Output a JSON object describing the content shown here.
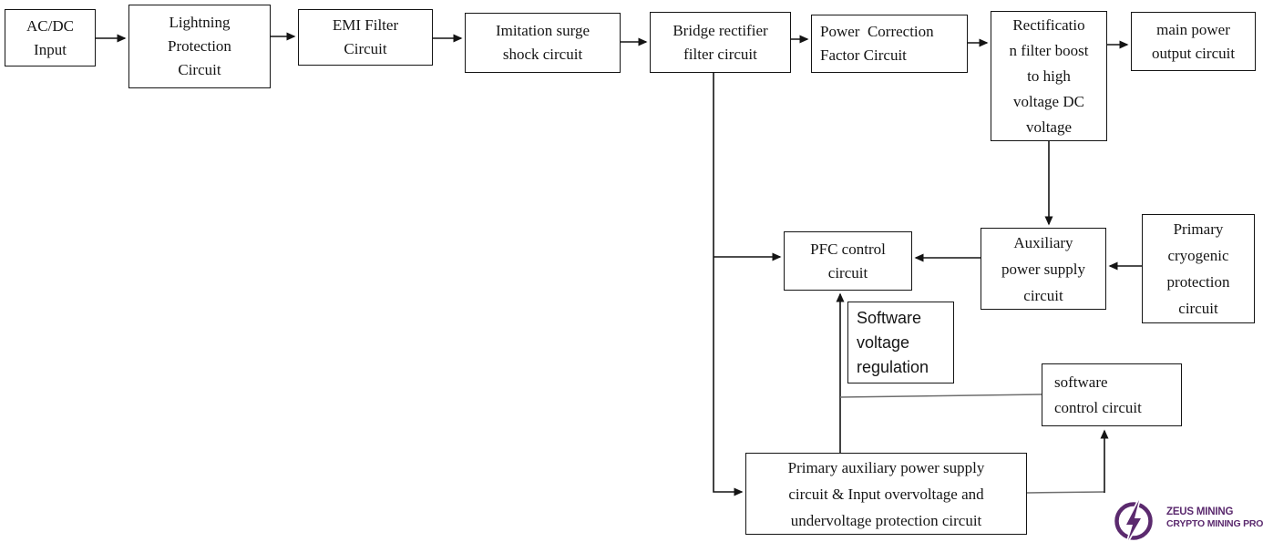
{
  "diagram": {
    "line_color": "#1a1a1a",
    "secondary_line_color": "#6e6e6e",
    "nodes": {
      "acdc": {
        "label": "AC/DC\nInput"
      },
      "lightning": {
        "label": "Lightning\nProtection\nCircuit"
      },
      "emi": {
        "label": "EMI Filter\nCircuit"
      },
      "surge": {
        "label": "Imitation surge\nshock circuit"
      },
      "bridge": {
        "label": "Bridge rectifier\nfilter circuit"
      },
      "pfc": {
        "label": "Power  Correction\nFactor Circuit"
      },
      "boost": {
        "label": "Rectificatio\nn filter boost\nto high\nvoltage DC\nvoltage"
      },
      "main_out": {
        "label": "main power\noutput circuit"
      },
      "pfc_ctrl": {
        "label": "PFC control\ncircuit"
      },
      "aux": {
        "label": "Auxiliary\npower supply\ncircuit"
      },
      "cryo": {
        "label": "Primary\ncryogenic\nprotection\ncircuit"
      },
      "svr": {
        "label": "Software\nvoltage\nregulation"
      },
      "swc": {
        "label": "software\ncontrol circuit"
      },
      "paux": {
        "label": "Primary auxiliary power supply\ncircuit & Input overvoltage and\nundervoltage protection circuit"
      }
    }
  },
  "logo": {
    "line1": "ZEUS MINING",
    "line2": "CRYPTO MINING PRO",
    "color": "#5b2a6e"
  }
}
